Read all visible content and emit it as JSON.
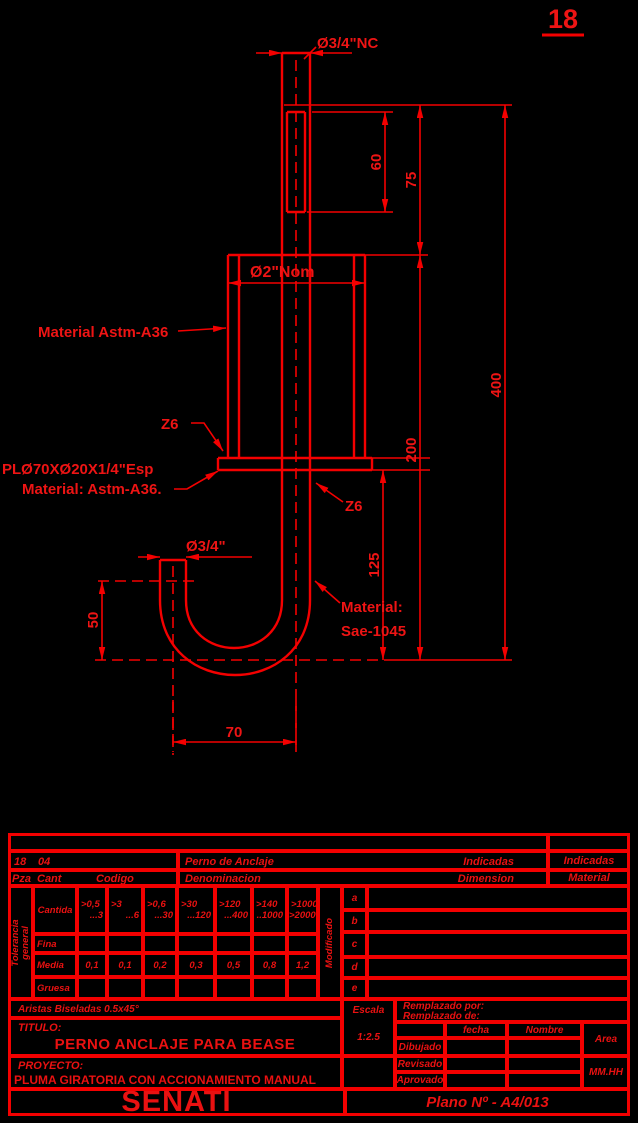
{
  "sheet_number": "18",
  "colors": {
    "line": "#f40000",
    "text": "#ea1111",
    "background": "#000000"
  },
  "drawing": {
    "labels": {
      "thread_spec": "Ø3/4\"NC",
      "pipe_diameter": "Ø2\"Nom",
      "pipe_material": "Material Astm-A36",
      "weld_upper": "Z6",
      "weld_lower": "Z6",
      "plate_spec": "PLØ70XØ20X1/4\"Esp",
      "plate_material": "Material: Astm-A36.",
      "hook_diameter": "Ø3/4\"",
      "rod_material_line1": "Material:",
      "rod_material_line2": "Sae-1045"
    },
    "dimensions": {
      "thread_length": "60",
      "top_offset": "75",
      "overall_length": "400",
      "pipe_length": "200",
      "below_plate": "125",
      "hook_height": "50",
      "hook_width": "70"
    }
  },
  "title_block": {
    "item_row": {
      "pza": "18",
      "cant": "04",
      "denominacion": "Perno de Anclaje",
      "dimension": "Indicadas",
      "material": "Indicadas"
    },
    "header_row": {
      "pza": "Pza",
      "cant": "Cant",
      "codigo": "Codigo",
      "denominacion": "Denominacion",
      "dimension": "Dimension",
      "material": "Material"
    },
    "tolerance": {
      "side_label_line1": "Tolerancia",
      "side_label_line2": "general",
      "row_cantidad": "Cantida",
      "row_fina": "Fina",
      "row_media": "Media",
      "row_gruesa": "Gruesa",
      "ranges": [
        {
          "top": ">0,5",
          "bottom": "...3"
        },
        {
          "top": ">3",
          "bottom": "...6"
        },
        {
          "top": ">0,6",
          "bottom": "...30"
        },
        {
          "top": ">30",
          "bottom": "...120"
        },
        {
          "top": ">120",
          "bottom": "...400"
        },
        {
          "top": ">140",
          "bottom": "..1000"
        },
        {
          "top": ">1000",
          "bottom": ">2000"
        }
      ],
      "media_values": [
        "0,1",
        "0,1",
        "0,2",
        "0,3",
        "0,5",
        "0,8",
        "1,2"
      ],
      "modificado_label": "Modificado",
      "revision_rows": [
        "a",
        "b",
        "c",
        "d",
        "e"
      ]
    },
    "edges_note": "Aristas Biseladas 0.5x45°",
    "titulo_label": "TITULO:",
    "titulo_value": "PERNO ANCLAJE PARA BEASE",
    "proyecto_label": "PROYECTO:",
    "proyecto_value": "PLUMA GIRATORIA CON ACCIONAMIENTO MANUAL",
    "escala_label": "Escala",
    "escala_value": "1:2.5",
    "replaced_by": "Remplazado por:",
    "replaced_from": "Remplazado de:",
    "col_fecha": "fecha",
    "col_nombre": "Nombre",
    "row_dibujado": "Dibujado",
    "row_revisado": "Revisado",
    "row_aprobado": "Aprovado",
    "area_label": "Area",
    "area_value": "MM.HH",
    "company": "SENATI",
    "plano": "Plano Nº - A4/013"
  }
}
